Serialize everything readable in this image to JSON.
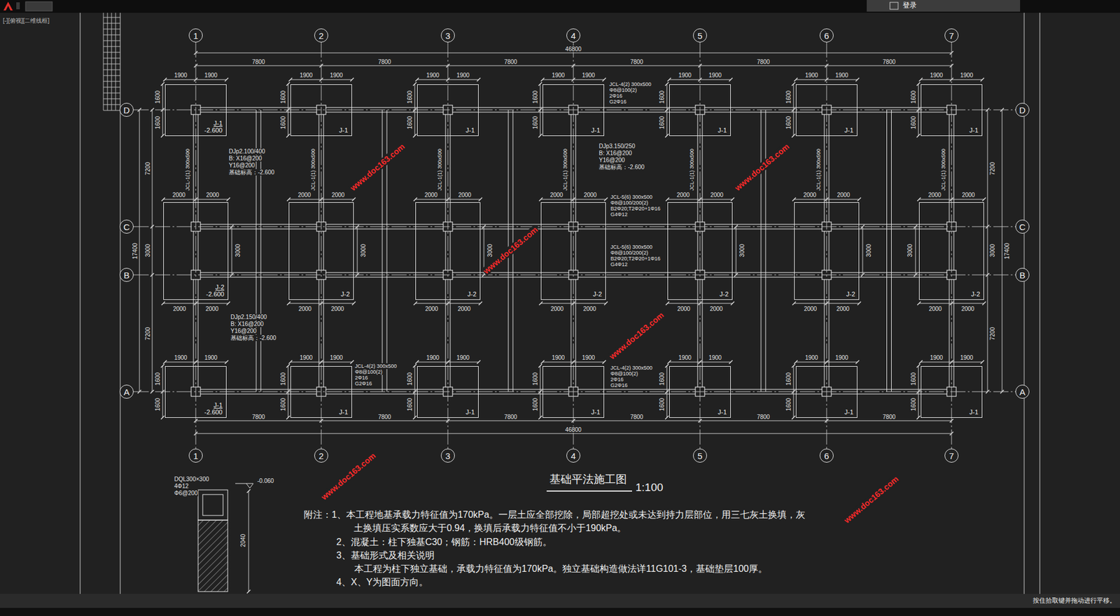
{
  "diagram": {
    "title": "基础平法施工图",
    "nodes": [
      {
        "text": [
          "1"
        ]
      },
      {
        "text": [
          "2"
        ]
      },
      {
        "text": [
          "3"
        ]
      },
      {
        "text": [
          "4"
        ]
      },
      {
        "text": [
          "5"
        ]
      },
      {
        "text": [
          "6"
        ]
      },
      {
        "text": [
          "7"
        ]
      },
      {
        "text": [
          "D"
        ]
      },
      {
        "text": [
          "C"
        ]
      },
      {
        "text": [
          "B"
        ]
      },
      {
        "text": [
          "A"
        ]
      },
      {
        "text": [
          "D"
        ]
      },
      {
        "text": [
          "C"
        ]
      },
      {
        "text": [
          "B"
        ]
      },
      {
        "text": [
          "A"
        ]
      },
      {
        "text": [
          "1"
        ]
      },
      {
        "text": [
          "2"
        ]
      },
      {
        "text": [
          "3"
        ]
      },
      {
        "text": [
          "4"
        ]
      },
      {
        "text": [
          "5"
        ]
      },
      {
        "text": [
          "6"
        ]
      },
      {
        "text": [
          "7"
        ]
      },
      {
        "text": [
          "J-1",
          "-2.600"
        ]
      },
      {
        "text": [
          "J-1"
        ]
      },
      {
        "text": [
          "J-1"
        ]
      },
      {
        "text": [
          "J-1"
        ]
      },
      {
        "text": [
          "J-1"
        ]
      },
      {
        "text": [
          "J-1"
        ]
      },
      {
        "text": [
          "J-1"
        ]
      },
      {
        "text": [
          "J-2",
          "-2.600"
        ]
      },
      {
        "text": [
          "J-2"
        ]
      },
      {
        "text": [
          "J-2"
        ]
      },
      {
        "text": [
          "J-2"
        ]
      },
      {
        "text": [
          "J-2"
        ]
      },
      {
        "text": [
          "J-2"
        ]
      },
      {
        "text": [
          "J-2"
        ]
      },
      {
        "text": [
          "J-1",
          "-2.600"
        ]
      },
      {
        "text": [
          "J-1"
        ]
      },
      {
        "text": [
          "J-1"
        ]
      },
      {
        "text": [
          "J-1"
        ]
      },
      {
        "text": [
          "J-1"
        ]
      },
      {
        "text": [
          "J-1"
        ]
      },
      {
        "text": [
          "J-1"
        ]
      }
    ],
    "edges": [
      {
        "from": 0,
        "to": 15,
        "arrow": "none"
      },
      {
        "from": 1,
        "to": 16,
        "arrow": "none"
      },
      {
        "from": 2,
        "to": 17,
        "arrow": "none"
      },
      {
        "from": 3,
        "to": 18,
        "arrow": "none"
      },
      {
        "from": 4,
        "to": 19,
        "arrow": "none"
      },
      {
        "from": 5,
        "to": 20,
        "arrow": "none"
      },
      {
        "from": 6,
        "to": 21,
        "arrow": "none"
      },
      {
        "from": 7,
        "to": 11,
        "arrow": "none"
      },
      {
        "from": 8,
        "to": 12,
        "arrow": "none"
      },
      {
        "from": 9,
        "to": 13,
        "arrow": "none"
      },
      {
        "from": 10,
        "to": 14,
        "arrow": "none"
      }
    ],
    "labels": [
      "46800",
      "7800",
      "7800",
      "7800",
      "7800",
      "7800",
      "7800",
      "7800",
      "7800",
      "7800",
      "7800",
      "7800",
      "7800",
      "46800",
      "7200",
      "3000",
      "7200",
      "17400",
      "7200",
      "3000",
      "7200",
      "17400",
      "1900",
      "1900",
      "1900",
      "1900",
      "1900",
      "1900",
      "1900",
      "1900",
      "1900",
      "1900",
      "1900",
      "1900",
      "1900",
      "1900",
      "2000",
      "2000",
      "2000",
      "2000",
      "2000",
      "2000",
      "2000",
      "2000",
      "2000",
      "2000",
      "2000",
      "2000",
      "2000",
      "2000",
      "2000",
      "2000",
      "2000",
      "2000",
      "2000",
      "2000",
      "2000",
      "2000",
      "2000",
      "2000",
      "2000",
      "2000",
      "2000",
      "2000",
      "1900",
      "1900",
      "1900",
      "1900",
      "1900",
      "1900",
      "1900",
      "1900",
      "1900",
      "1900",
      "1900",
      "1900",
      "1900",
      "1900",
      "1600",
      "1600",
      "1600",
      "1600",
      "1600",
      "1600",
      "1600",
      "1600",
      "1600",
      "1600",
      "1600",
      "1600",
      "1600",
      "1600",
      "1600",
      "1600",
      "1600",
      "1600",
      "1600",
      "1600",
      "1600",
      "1600",
      "1600",
      "1600",
      "1600",
      "1600",
      "1600",
      "1600",
      "3000",
      "3000",
      "3000",
      "3000",
      "3000",
      "3000",
      "DJp2.100/400",
      "B: X16@200",
      "Y16@200",
      "基础标高：-2.600",
      "DJp2.150/400",
      "B: X16@200",
      "Y16@200",
      "基础标高：-2.600",
      "DJp3.150/250",
      "B: X16@200",
      "Y16@200",
      "基础标高：-2.600",
      "JCL-4(2) 300x500",
      "Φ8@100(2)",
      "2Φ16",
      "G2Φ16",
      "JCL-4(2) 300x500",
      "Φ8@100(2)",
      "2Φ16",
      "G2Φ16",
      "JCL-4(2) 300x500",
      "Φ8@100(2)",
      "2Φ16",
      "G2Φ16",
      "JCL-5(6) 300x500",
      "Φ8@100/200(2)",
      "B2Φ20;T2Φ20+1Φ16",
      "G4Φ12",
      "JCL-5(6) 300x500",
      "Φ8@100/200(2)",
      "B2Φ20;T2Φ20+1Φ16",
      "G4Φ12",
      "JCL-1(1) 300x500",
      "JCL-1(1) 300x500",
      "JCL-1(1) 300x500",
      "JCL-1(1) 300x500",
      "JCL-1(1) 300x500",
      "JCL-1(1) 300x500",
      "JCL-1(1) 300x500",
      "1:100",
      "附注：1、本工程地基承载力特征值为170kPa。一层土应全部挖除，局部超挖处或未达到持力层部位，用三七灰土换填，灰土换填压实系数应大于0.94，换填后承载力特征值不小于190kPa。",
      "2、混凝土：柱下独基C30；钢筋：HRB400级钢筋。",
      "3、基础形式及相关说明",
      "本工程为柱下独立基础，承载力特征值为170kPa。独立基础构造做法详11G101-3，基础垫层100厚。",
      "4、X、Y为图面方向。",
      "DQL300×300",
      "4Φ12",
      "Φ6@200",
      "-0.060",
      "2040",
      "www.doc163.com",
      "www.doc163.com",
      "www.doc163.com",
      "www.doc163.com",
      "www.doc163.com",
      "www.doc163.com",
      "[-][俯视][二维线框]",
      "登录",
      "按住拾取键并拖动进行平移。"
    ]
  }
}
